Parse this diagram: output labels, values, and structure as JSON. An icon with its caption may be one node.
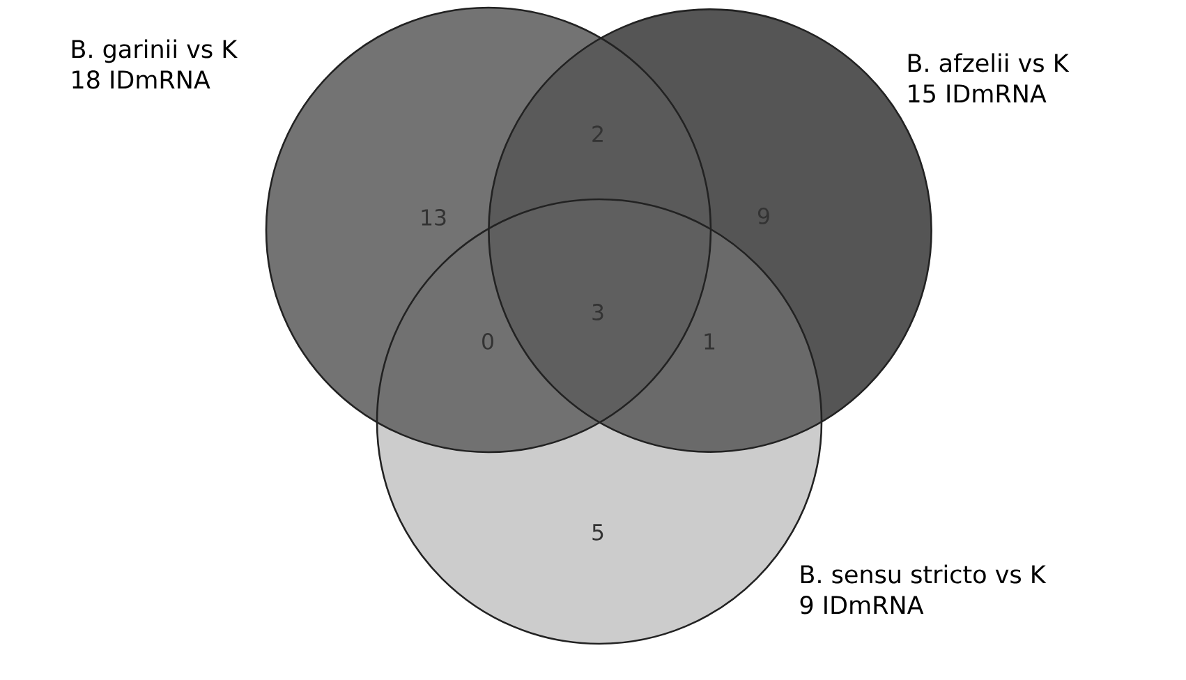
{
  "diagram": {
    "nodes": [
      {
        "text": [
          "B. garinii vs K",
          "18 IDmRNA"
        ]
      },
      {
        "text": [
          "B. afzelii vs K",
          "15 IDmRNA"
        ]
      },
      {
        "text": [
          "B. sensu stricto vs K",
          "9 IDmRNA"
        ]
      }
    ],
    "labels": [
      "2",
      "13",
      "9",
      "3",
      "0",
      "1",
      "5"
    ]
  }
}
